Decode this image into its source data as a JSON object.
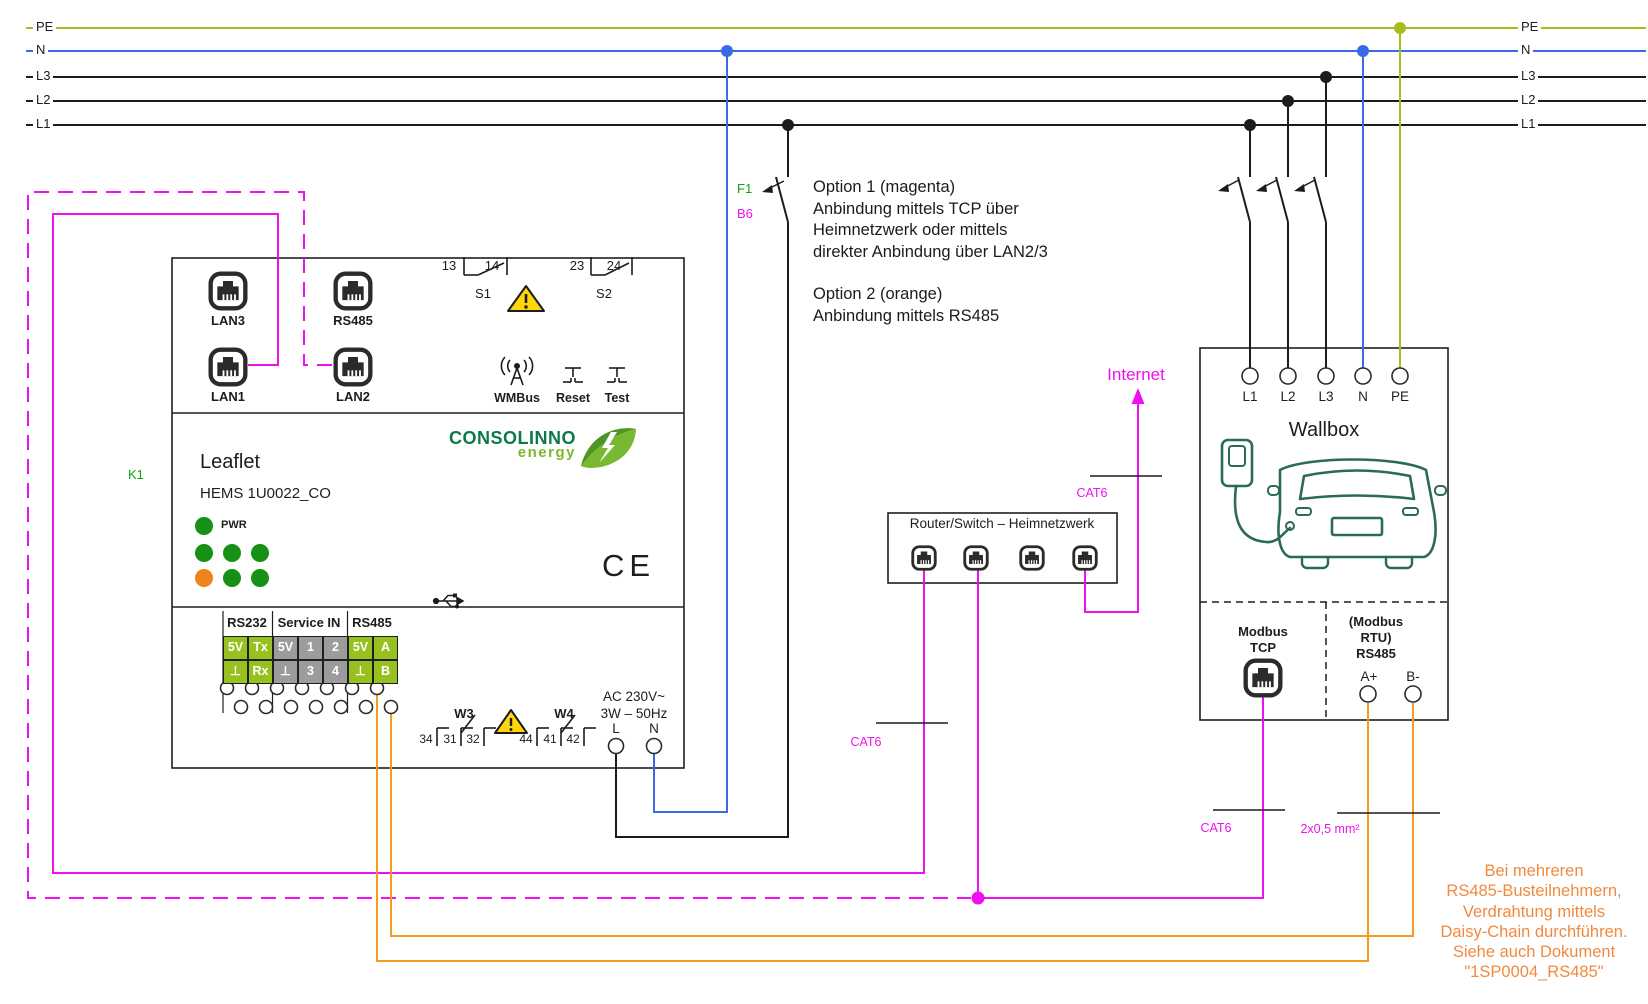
{
  "colors": {
    "magenta": "#EE10EE",
    "orange_wire": "#F59B1E",
    "orange_text": "#F18A3E",
    "pe_olive": "#A8BC20",
    "n_blue": "#3B6BE4",
    "label_green": "#12A012",
    "logo_dark_green": "#0B7A4A",
    "logo_light_green": "#7CB82F",
    "cell_green": "#97C11E",
    "cell_gray": "#9C9C9C",
    "led_green": "#169116",
    "led_orange": "#F0821C",
    "warning_yellow": "#FFD60A",
    "car_green": "#2A6B54"
  },
  "rails": [
    {
      "label": "PE"
    },
    {
      "label": "N"
    },
    {
      "label": "L3"
    },
    {
      "label": "L2"
    },
    {
      "label": "L1"
    }
  ],
  "fuse": {
    "label": "F1",
    "designator": "B6"
  },
  "leaflet": {
    "designator": "K1",
    "title": "Leaflet",
    "model": "HEMS 1U0022_CO",
    "pwr_label": "PWR",
    "ce_mark": "CE",
    "logo": {
      "line1": "CONSOLINNO",
      "line2": "energy"
    },
    "ports": [
      {
        "label": "LAN3"
      },
      {
        "label": "RS485"
      },
      {
        "label": "LAN1"
      },
      {
        "label": "LAN2"
      }
    ],
    "switch_s1": {
      "t1": "13",
      "t2": "14",
      "label": "S1"
    },
    "switch_s2": {
      "t1": "23",
      "t2": "24",
      "label": "S2"
    },
    "wmbus_label": "WMBus",
    "reset_label": "Reset",
    "test_label": "Test",
    "terminal_groups": [
      {
        "header": "RS232",
        "top": [
          "5V",
          "Tx"
        ],
        "bottom": [
          "⊥",
          "Rx"
        ]
      },
      {
        "header": "Service IN",
        "top": [
          "5V",
          "1",
          "2"
        ],
        "bottom": [
          "⊥",
          "3",
          "4"
        ]
      },
      {
        "header": "RS485",
        "top": [
          "5V",
          "A"
        ],
        "bottom": [
          "⊥",
          "B"
        ]
      }
    ],
    "switch_w3": {
      "label": "W3",
      "terminals": [
        "34",
        "31",
        "32"
      ]
    },
    "switch_w4": {
      "label": "W4",
      "terminals": [
        "44",
        "41",
        "42"
      ]
    },
    "power_rating": {
      "line1": "AC 230V~",
      "line2": "3W – 50Hz"
    },
    "l_label": "L",
    "n_label": "N"
  },
  "options_text": {
    "option1": [
      "Option 1 (magenta)",
      "Anbindung mittels TCP über",
      "Heimnetzwerk oder mittels",
      "direkter Anbindung über LAN2/3"
    ],
    "option2": [
      "Option 2 (orange)",
      "Anbindung mittels RS485"
    ]
  },
  "internet_label": "Internet",
  "router": {
    "title": "Router/Switch – Heimnetzwerk"
  },
  "cable_labels": {
    "cat6_router": "CAT6",
    "cat6_internet": "CAT6",
    "cat6_wallbox": "CAT6",
    "rs485_wire": "2x0,5 mm²"
  },
  "wallbox": {
    "title": "Wallbox",
    "terminals": [
      "L1",
      "L2",
      "L3",
      "N",
      "PE"
    ],
    "modbus_tcp": {
      "line1": "Modbus",
      "line2": "TCP"
    },
    "modbus_rtu": {
      "line1": "(Modbus",
      "line2": "RTU)",
      "line3": "RS485"
    },
    "a_plus": "A+",
    "b_minus": "B-"
  },
  "note": {
    "lines": [
      "Bei mehreren",
      "RS485-Busteilnehmern,",
      "Verdrahtung mittels",
      "Daisy-Chain durchführen.",
      "Siehe auch Dokument",
      "\"1SP0004_RS485\""
    ]
  }
}
